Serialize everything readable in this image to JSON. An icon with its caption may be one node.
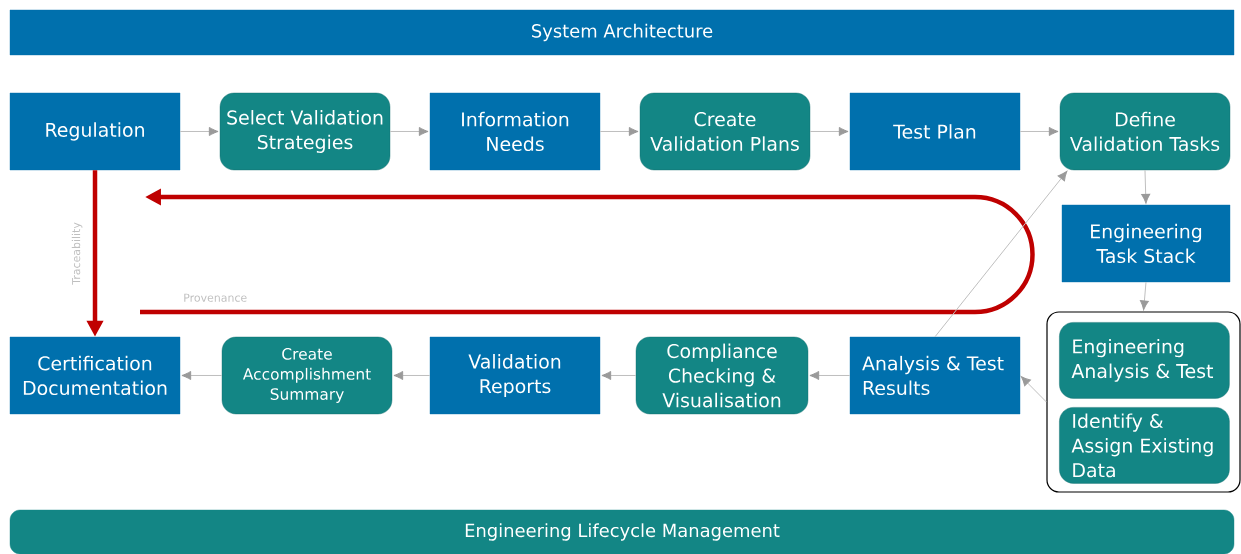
{
  "diagram": {
    "nodes": [
      {
        "text": [
          "System Architecture"
        ]
      },
      {
        "text": [
          "Regulation"
        ]
      },
      {
        "text": [
          "Select Validation Strategies"
        ]
      },
      {
        "text": [
          "Information Needs"
        ]
      },
      {
        "text": [
          "Create Validation Plans"
        ]
      },
      {
        "text": [
          "Test Plan"
        ]
      },
      {
        "text": [
          "Define Validation Tasks"
        ]
      },
      {
        "text": [
          "Engineering Task Stack"
        ]
      },
      {
        "text": [],
        "shape": "box"
      },
      {
        "text": [
          "Engineering Analysis & Test"
        ],
        "in": 8
      },
      {
        "text": [
          "Identify & Assign Existing Data"
        ],
        "in": 8
      },
      {
        "text": [
          "Certification Documentation"
        ]
      },
      {
        "text": [
          "Create Accomplishment Summary"
        ]
      },
      {
        "text": [
          "Validation Reports"
        ]
      },
      {
        "text": [
          "Compliance Checking & Visualisation"
        ]
      },
      {
        "text": [
          "Analysis & Test Results"
        ]
      },
      {
        "text": [
          "Engineering Lifecycle Management"
        ]
      }
    ],
    "edges": [
      {
        "from": 1,
        "to": 2,
        "arrow": "to"
      },
      {
        "from": 2,
        "to": 3,
        "arrow": "to"
      },
      {
        "from": 3,
        "to": 4,
        "arrow": "to"
      },
      {
        "from": 4,
        "to": 5,
        "arrow": "to"
      },
      {
        "from": 5,
        "to": 6,
        "arrow": "to"
      },
      {
        "from": 6,
        "to": 7,
        "arrow": "to"
      },
      {
        "from": 7,
        "to": 8,
        "arrow": "to"
      },
      {
        "from": 8,
        "to": 15,
        "arrow": "to"
      },
      {
        "from": 15,
        "to": 14,
        "arrow": "to"
      },
      {
        "from": 14,
        "to": 13,
        "arrow": "to"
      },
      {
        "from": 13,
        "to": 12,
        "arrow": "to"
      },
      {
        "from": 12,
        "to": 11,
        "arrow": "to"
      },
      {
        "from": 15,
        "to": 6,
        "arrow": "to"
      },
      {
        "from": 1,
        "to": 11,
        "arrow": "to",
        "label": "Traceability",
        "style": "thick",
        "color": "#c00000"
      }
    ],
    "labels": [
      "Provenance"
    ]
  }
}
